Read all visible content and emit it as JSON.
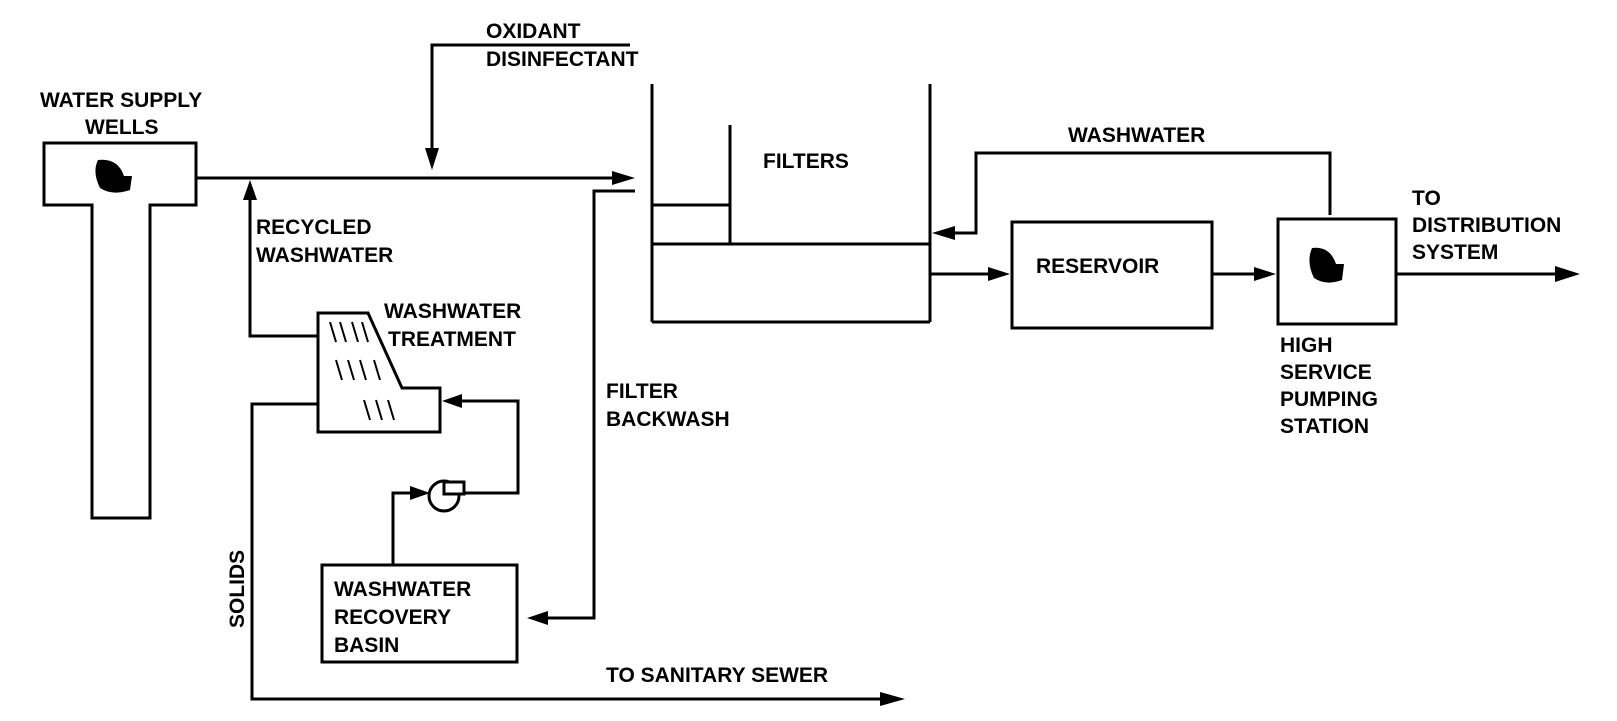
{
  "labels": {
    "oxidant": "OXIDANT",
    "disinfectant": "DISINFECTANT",
    "wells_line1": "WATER SUPPLY",
    "wells_line2": "WELLS",
    "recycled_line1": "RECYCLED",
    "recycled_line2": "WASHWATER",
    "ww_treatment_line1": "WASHWATER",
    "ww_treatment_line2": "TREATMENT",
    "filters": "FILTERS",
    "washwater_return": "WASHWATER",
    "reservoir": "RESERVOIR",
    "to_dist_line1": "TO",
    "to_dist_line2": "DISTRIBUTION",
    "to_dist_line3": "SYSTEM",
    "pump_station_line1": "HIGH",
    "pump_station_line2": "SERVICE",
    "pump_station_line3": "PUMPING",
    "pump_station_line4": "STATION",
    "filter_backwash_line1": "FILTER",
    "filter_backwash_line2": "BACKWASH",
    "solids": "SOLIDS",
    "recovery_line1": "WASHWATER",
    "recovery_line2": "RECOVERY",
    "recovery_line3": "BASIN",
    "sanitary_sewer": "TO SANITARY SEWER"
  },
  "icons": [
    "pump-icon",
    "arrow-icon"
  ],
  "colors": {
    "ink": "#000000",
    "background": "#ffffff"
  }
}
